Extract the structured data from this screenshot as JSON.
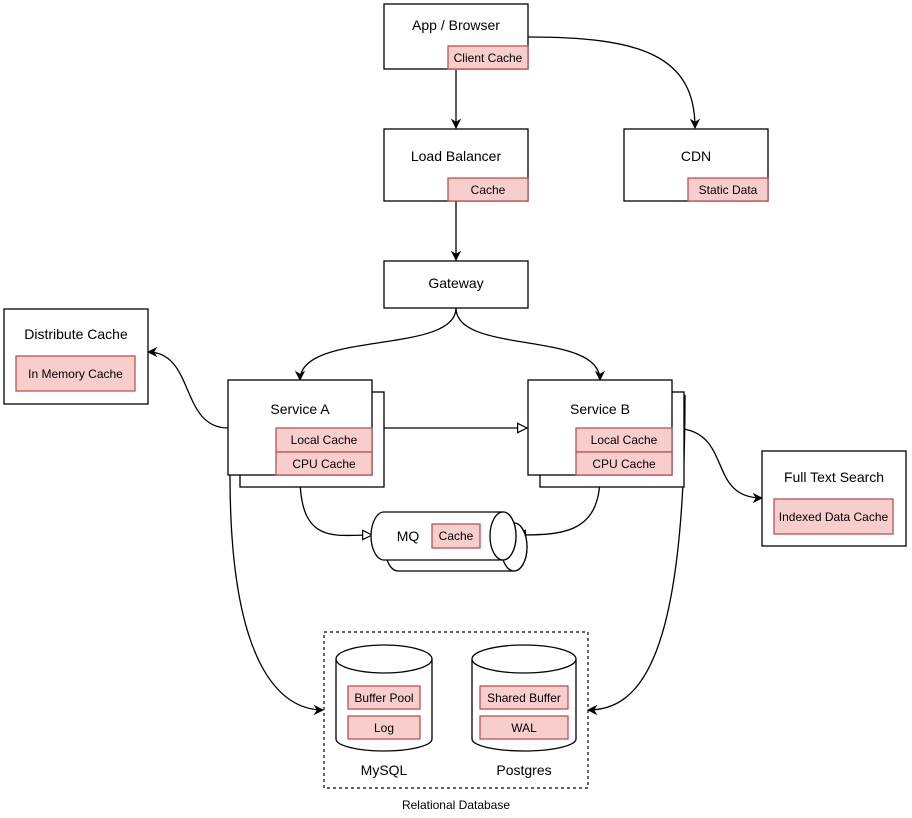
{
  "nodes": {
    "app": {
      "title": "App / Browser",
      "tag": "Client Cache"
    },
    "lb": {
      "title": "Load Balancer",
      "tag": "Cache"
    },
    "cdn": {
      "title": "CDN",
      "tag": "Static Data"
    },
    "gateway": {
      "title": "Gateway"
    },
    "dist_cache": {
      "title": "Distribute Cache",
      "tag": "In Memory Cache"
    },
    "service_a": {
      "title": "Service A",
      "tag1": "Local Cache",
      "tag2": "CPU Cache"
    },
    "service_b": {
      "title": "Service B",
      "tag1": "Local Cache",
      "tag2": "CPU Cache"
    },
    "fts": {
      "title": "Full Text Search",
      "tag": "Indexed Data Cache"
    },
    "mq": {
      "title": "MQ",
      "tag": "Cache"
    },
    "mysql": {
      "label": "MySQL",
      "tag1": "Buffer Pool",
      "tag2": "Log"
    },
    "postgres": {
      "label": "Postgres",
      "tag1": "Shared Buffer",
      "tag2": "WAL"
    },
    "rdb_group": {
      "label": "Relational Database"
    }
  },
  "colors": {
    "tag_fill": "#f8cecc",
    "tag_stroke": "#b85450",
    "line": "#000000"
  }
}
